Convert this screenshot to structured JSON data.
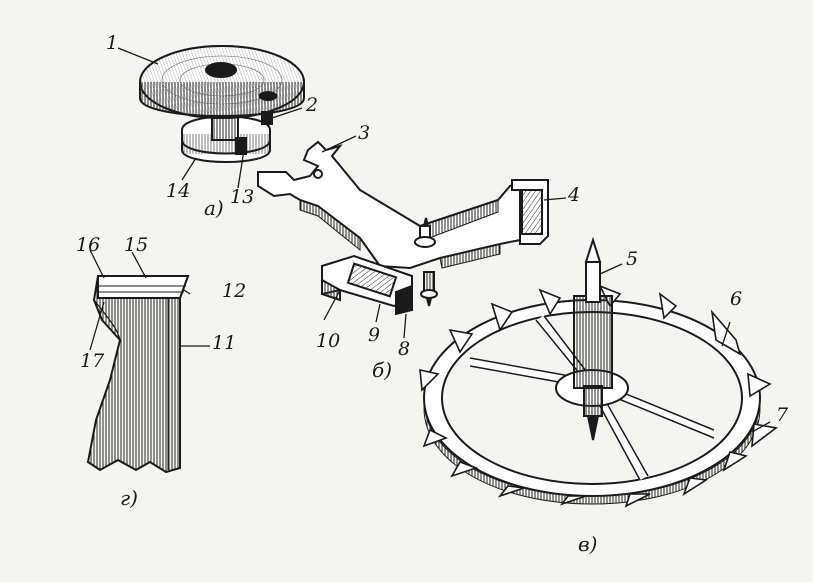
{
  "colors": {
    "ink": "#1a1a1a",
    "paper": "#f4f4f2",
    "hatch": "#2a2a2a"
  },
  "labels": {
    "l1": "1",
    "l2": "2",
    "l3": "3",
    "l4": "4",
    "l5": "5",
    "l6": "6",
    "l7": "7",
    "l8": "8",
    "l9": "9",
    "l10": "10",
    "l11": "11",
    "l12": "12",
    "l13": "13",
    "l14": "14",
    "l15": "15",
    "l16": "16",
    "l17": "17"
  },
  "subfigures": {
    "a": "а)",
    "b": "б)",
    "v": "в)",
    "g": "г)"
  }
}
